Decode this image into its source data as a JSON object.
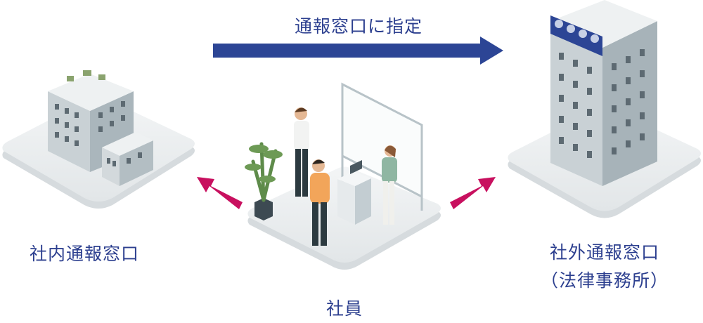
{
  "top_arrow": {
    "label": "通報窓口に指定",
    "color": "#2c4595"
  },
  "side_arrow_color": "#c8105f",
  "left": {
    "label": "社内通報窓口"
  },
  "right": {
    "label": "社外通報窓口",
    "sublabel": "（法律事務所）",
    "sign_color": "#2c4595"
  },
  "center": {
    "label": "社員"
  }
}
